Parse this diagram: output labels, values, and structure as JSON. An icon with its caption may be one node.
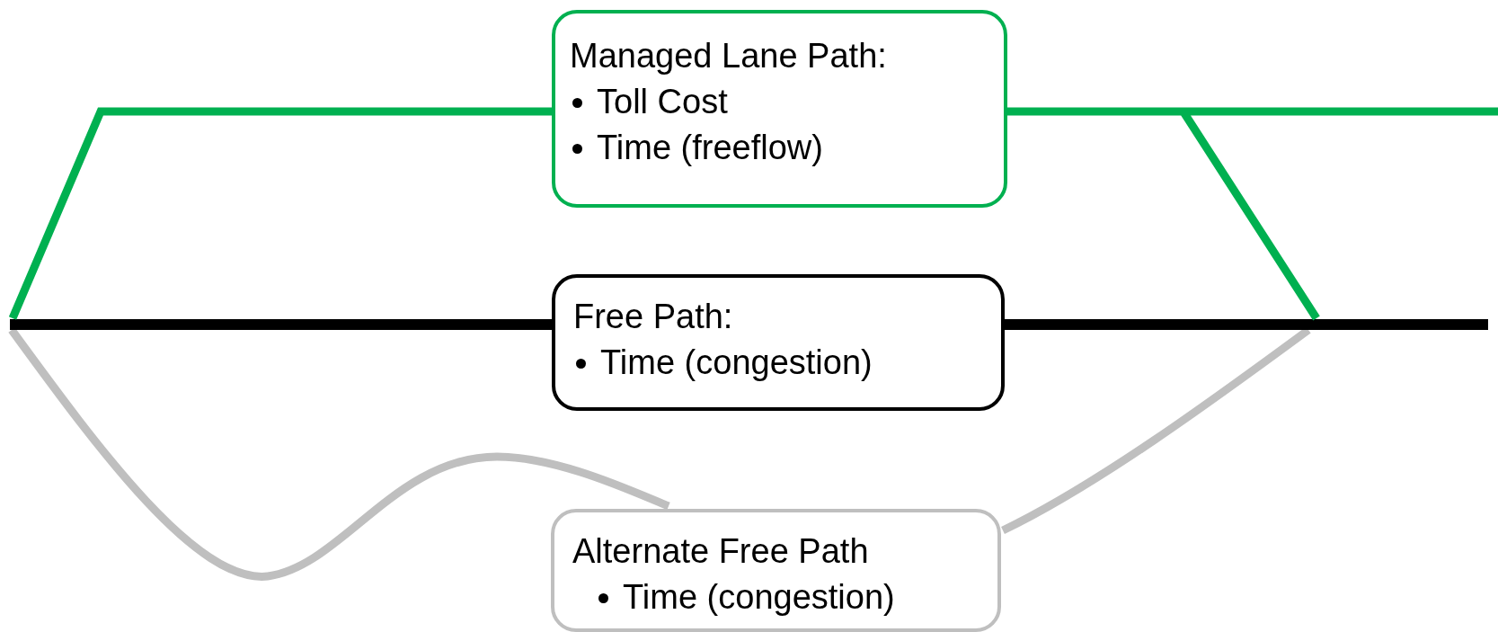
{
  "diagram": {
    "nodes": [
      {
        "text": [
          "Managed Lane Path:",
          "Toll Cost",
          "Time (freeflow)"
        ]
      },
      {
        "text": [
          "Free Path:",
          "Time (congestion)"
        ]
      },
      {
        "text": [
          "Alternate Free Path",
          "Time (congestion)"
        ]
      }
    ]
  }
}
